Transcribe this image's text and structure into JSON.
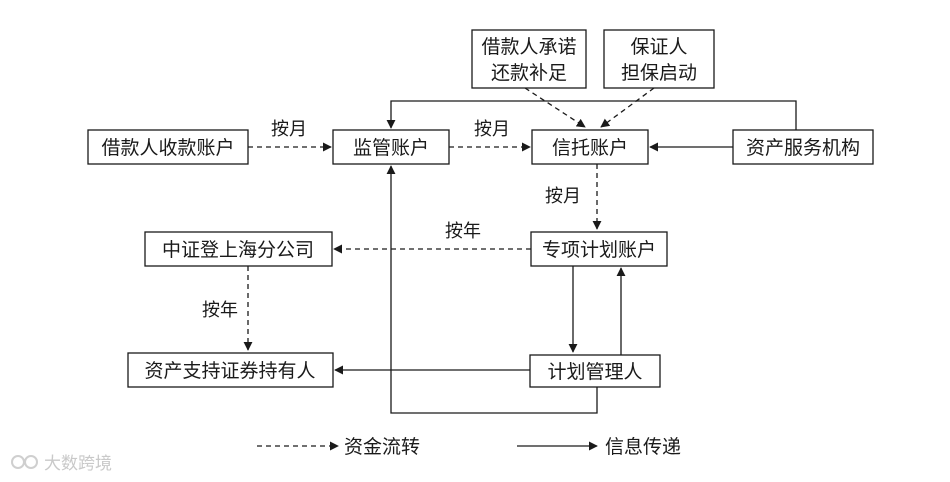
{
  "nodes": {
    "borrower_account": "借款人收款账户",
    "supervision_account": "监管账户",
    "trust_account": "信托账户",
    "asset_service": "资产服务机构",
    "borrower_promise": [
      "借款人承诺",
      "还款补足"
    ],
    "guarantor": [
      "保证人",
      "担保启动"
    ],
    "special_account": "专项计划账户",
    "csdc": "中证登上海分公司",
    "plan_manager": "计划管理人",
    "holders": "资产支持证券持有人"
  },
  "edge_labels": {
    "monthly_1": "按月",
    "monthly_2": "按月",
    "monthly_3": "按月",
    "yearly_1": "按年",
    "yearly_2": "按年"
  },
  "legend": {
    "fund_flow": "资金流转",
    "info_flow": "信息传递"
  },
  "watermark": "大数跨境"
}
